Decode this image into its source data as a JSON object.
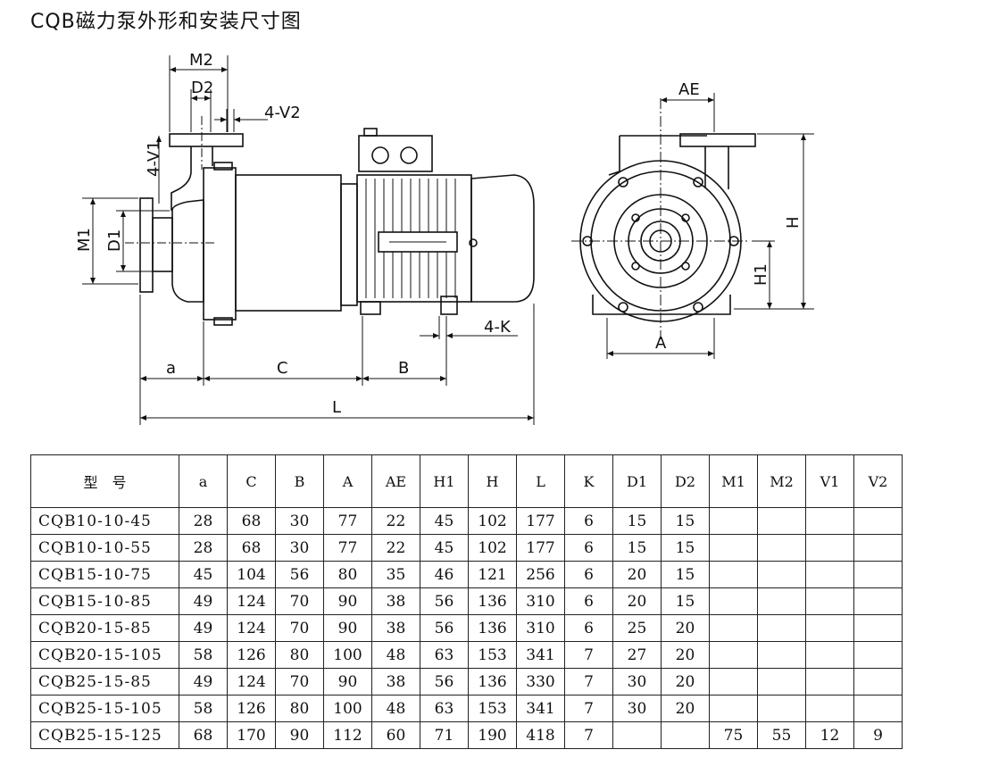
{
  "title": "CQB磁力泵外形和安装尺寸图",
  "labels": {
    "M2": "M2",
    "D2": "D2",
    "V2": "4-V2",
    "V1": "4-V1",
    "M1": "M1",
    "D1": "D1",
    "K": "4-K",
    "a": "a",
    "C": "C",
    "B": "B",
    "L": "L",
    "AE": "AE",
    "H": "H",
    "H1": "H1",
    "A": "A"
  },
  "table": {
    "headers": [
      "型　号",
      "a",
      "C",
      "B",
      "A",
      "AE",
      "H1",
      "H",
      "L",
      "K",
      "D1",
      "D2",
      "M1",
      "M2",
      "V1",
      "V2"
    ],
    "rows": [
      [
        "CQB10-10-45",
        "28",
        "68",
        "30",
        "77",
        "22",
        "45",
        "102",
        "177",
        "6",
        "15",
        "15",
        "",
        "",
        "",
        ""
      ],
      [
        "CQB10-10-55",
        "28",
        "68",
        "30",
        "77",
        "22",
        "45",
        "102",
        "177",
        "6",
        "15",
        "15",
        "",
        "",
        "",
        ""
      ],
      [
        "CQB15-10-75",
        "45",
        "104",
        "56",
        "80",
        "35",
        "46",
        "121",
        "256",
        "6",
        "20",
        "15",
        "",
        "",
        "",
        ""
      ],
      [
        "CQB15-10-85",
        "49",
        "124",
        "70",
        "90",
        "38",
        "56",
        "136",
        "310",
        "6",
        "20",
        "15",
        "",
        "",
        "",
        ""
      ],
      [
        "CQB20-15-85",
        "49",
        "124",
        "70",
        "90",
        "38",
        "56",
        "136",
        "310",
        "6",
        "25",
        "20",
        "",
        "",
        "",
        ""
      ],
      [
        "CQB20-15-105",
        "58",
        "126",
        "80",
        "100",
        "48",
        "63",
        "153",
        "341",
        "7",
        "27",
        "20",
        "",
        "",
        "",
        ""
      ],
      [
        "CQB25-15-85",
        "49",
        "124",
        "70",
        "90",
        "38",
        "56",
        "136",
        "330",
        "7",
        "30",
        "20",
        "",
        "",
        "",
        ""
      ],
      [
        "CQB25-15-105",
        "58",
        "126",
        "80",
        "100",
        "48",
        "63",
        "153",
        "341",
        "7",
        "30",
        "20",
        "",
        "",
        "",
        ""
      ],
      [
        "CQB25-15-125",
        "68",
        "170",
        "90",
        "112",
        "60",
        "71",
        "190",
        "418",
        "7",
        "",
        "",
        "75",
        "55",
        "12",
        "9"
      ]
    ]
  }
}
